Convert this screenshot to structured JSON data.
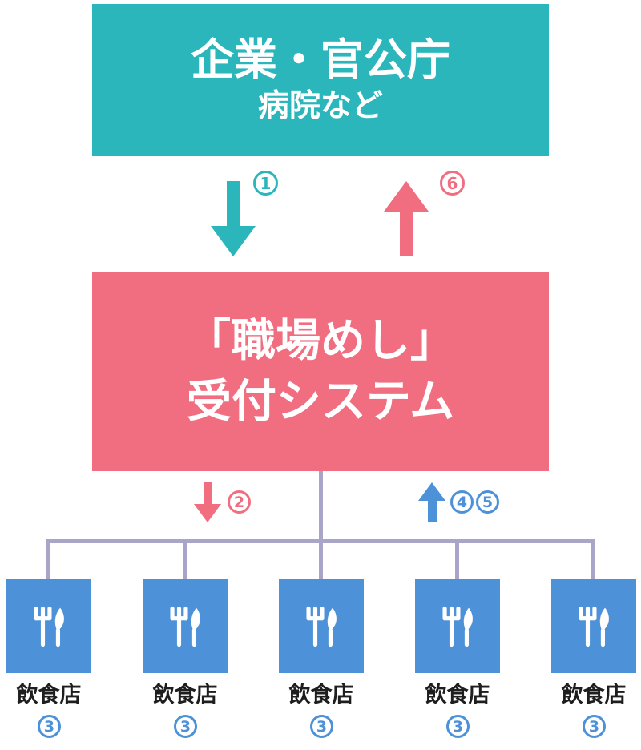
{
  "colors": {
    "teal": "#2BB6BC",
    "pink": "#F06E80",
    "blue": "#4D92D8",
    "line": "#A9A5C9",
    "text": "#1E1E1E"
  },
  "top_box": {
    "line1": "企業・官公庁",
    "line2": "病院など"
  },
  "system_box": {
    "line1": "「職場めし」",
    "line2": "受付システム"
  },
  "flow": {
    "step1_badge": "1",
    "step2_badge": "2",
    "step4_badge": "4",
    "step5_badge": "5",
    "step6_badge": "6"
  },
  "icons": {
    "restaurant": "fork-knife-icon"
  },
  "restaurants": {
    "items": [
      {
        "label": "飲食店",
        "badge": "3"
      },
      {
        "label": "飲食店",
        "badge": "3"
      },
      {
        "label": "飲食店",
        "badge": "3"
      },
      {
        "label": "飲食店",
        "badge": "3"
      },
      {
        "label": "飲食店",
        "badge": "3"
      }
    ]
  }
}
